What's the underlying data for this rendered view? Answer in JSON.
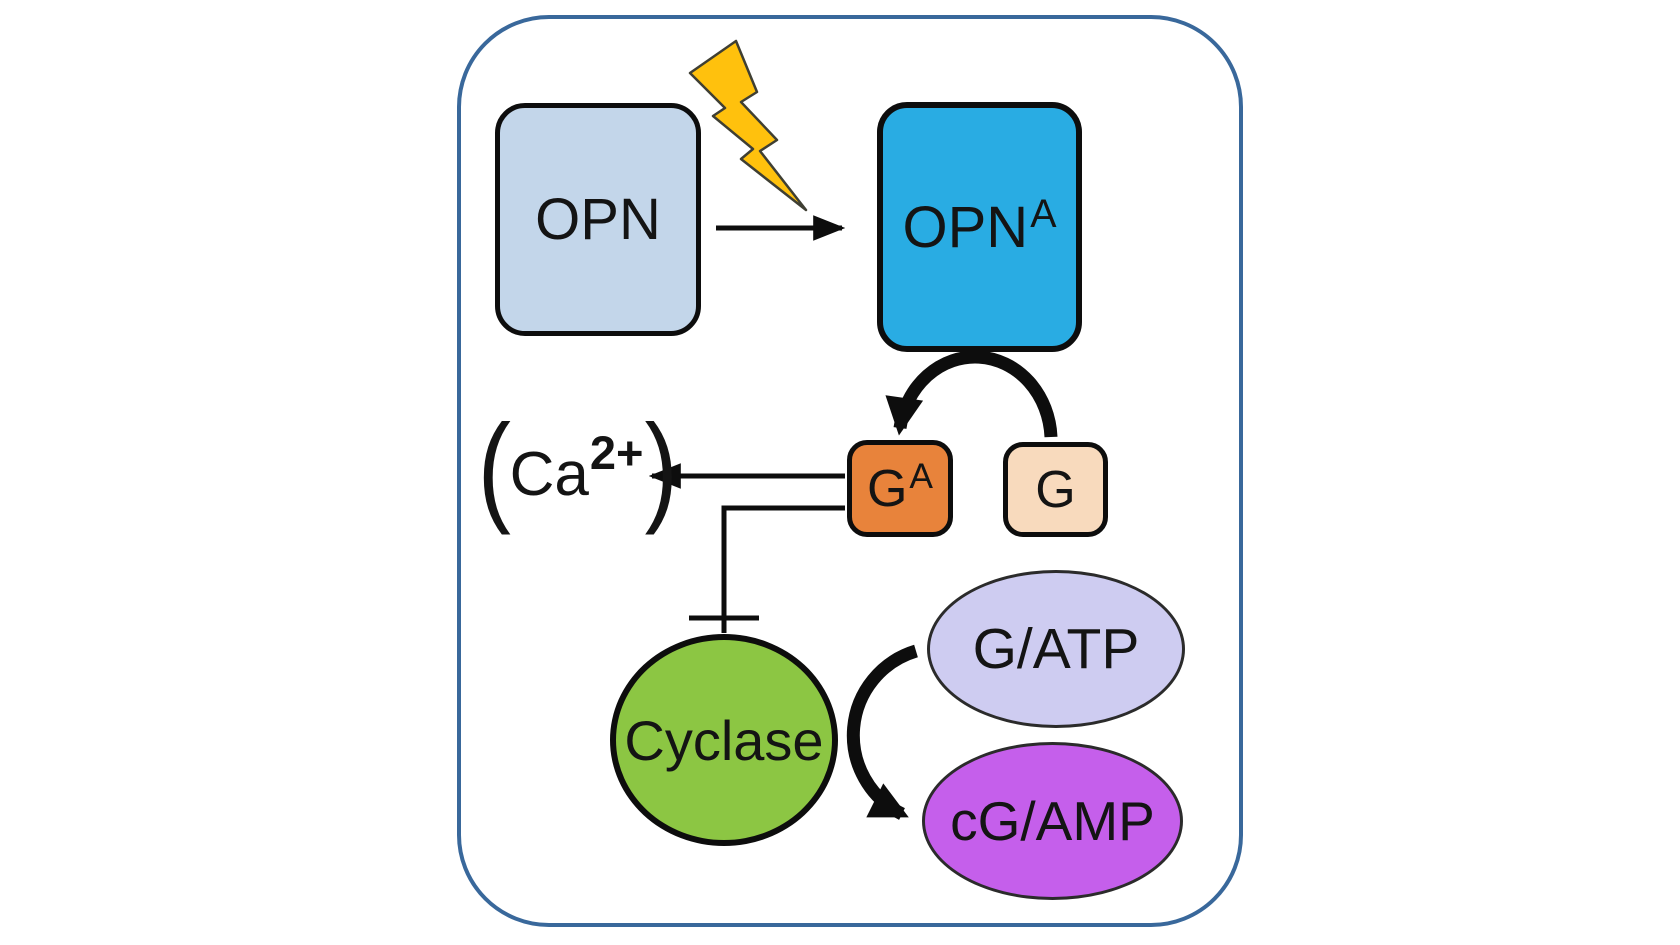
{
  "diagram": {
    "type": "signaling-pathway",
    "nodes": {
      "opn": {
        "label": "OPN",
        "fill": "#C3D6EA",
        "shape": "rounded-rect"
      },
      "opn_active": {
        "base": "OPN",
        "sup": "A",
        "fill": "#29ACE3",
        "shape": "rounded-rect"
      },
      "g_active": {
        "base": "G",
        "sup": "A",
        "fill": "#E8833B",
        "shape": "rounded-square"
      },
      "g": {
        "label": "G",
        "fill": "#F8DABD",
        "shape": "rounded-square"
      },
      "cyclase": {
        "label": "Cyclase",
        "fill": "#8CC643",
        "shape": "circle"
      },
      "gatp": {
        "label": "G/ATP",
        "fill": "#CECCF1",
        "shape": "ellipse"
      },
      "cgamp": {
        "label": "cG/AMP",
        "fill": "#C55FEB",
        "shape": "ellipse"
      }
    },
    "calcium": {
      "bracket_left": "(",
      "base": "Ca",
      "sup": "2+",
      "bracket_right": ")"
    },
    "icons": {
      "lightning": "lightning-bolt-icon"
    },
    "edges": [
      {
        "from": "opn",
        "to": "opn_active",
        "type": "arrow",
        "trigger": "light"
      },
      {
        "from": "opn_active",
        "to": "g_active",
        "type": "curved-arrow"
      },
      {
        "from": "g_active",
        "to": "calcium",
        "type": "arrow"
      },
      {
        "from": "g_active",
        "to": "cyclase",
        "type": "inhibition"
      },
      {
        "from": "gatp",
        "to": "cgamp",
        "type": "curved-arrow",
        "via": "cyclase"
      }
    ],
    "colors": {
      "membrane_border": "#39689B",
      "opn": "#C3D6EA",
      "opn_active": "#29ACE3",
      "g_active": "#E8833B",
      "g": "#F8DABD",
      "cyclase": "#8CC643",
      "gatp": "#CECCF1",
      "cgamp": "#C55FEB",
      "lightning": "#FFC10D",
      "connector": "#0d0d0d"
    }
  }
}
